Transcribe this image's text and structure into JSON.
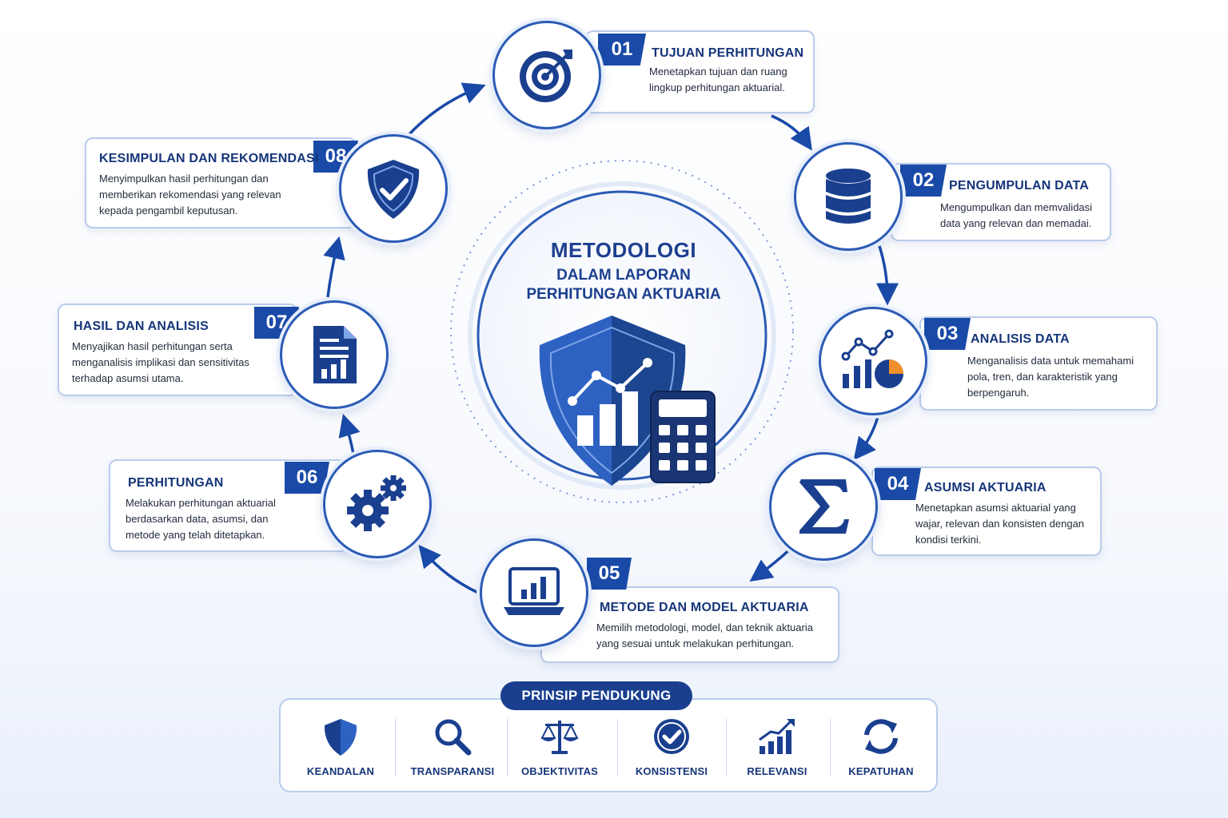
{
  "center": {
    "title": "METODOLOGI",
    "subtitle_line1": "DALAM LAPORAN",
    "subtitle_line2": "PERHITUNGAN AKTUARIA"
  },
  "steps": [
    {
      "number": "01",
      "title": "TUJUAN PERHITUNGAN",
      "desc_line1": "Menetapkan tujuan dan ruang",
      "desc_line2": "lingkup perhitungan aktuarial.",
      "desc_line3": "",
      "icon": "target-icon"
    },
    {
      "number": "02",
      "title": "PENGUMPULAN DATA",
      "desc_line1": "Mengumpulkan dan memvalidasi",
      "desc_line2": "data yang relevan dan memadai.",
      "desc_line3": "",
      "icon": "database-icon"
    },
    {
      "number": "03",
      "title": "ANALISIS DATA",
      "desc_line1": "Menganalisis data untuk memahami",
      "desc_line2": "pola, tren, dan karakteristik yang",
      "desc_line3": "berpengaruh.",
      "icon": "analytics-icon"
    },
    {
      "number": "04",
      "title": "ASUMSI AKTUARIA",
      "desc_line1": "Menetapkan asumsi aktuarial yang",
      "desc_line2": "wajar, relevan dan konsisten dengan",
      "desc_line3": "kondisi terkini.",
      "icon": "sigma-icon"
    },
    {
      "number": "05",
      "title": "METODE DAN MODEL AKTUARIA",
      "desc_line1": "Memilih metodologi, model, dan teknik aktuaria",
      "desc_line2": "yang sesuai untuk melakukan perhitungan.",
      "desc_line3": "",
      "icon": "laptop-chart-icon"
    },
    {
      "number": "06",
      "title": "PERHITUNGAN",
      "desc_line1": "Melakukan perhitungan aktuarial",
      "desc_line2": "berdasarkan data, asumsi, dan",
      "desc_line3": "metode yang telah ditetapkan.",
      "icon": "gears-icon"
    },
    {
      "number": "07",
      "title": "HASIL DAN ANALISIS",
      "desc_line1": "Menyajikan hasil perhitungan serta",
      "desc_line2": "menganalisis implikasi dan sensitivitas",
      "desc_line3": "terhadap asumsi utama.",
      "icon": "report-icon"
    },
    {
      "number": "08",
      "title": "KESIMPULAN DAN REKOMENDASI",
      "desc_line1": "Menyimpulkan hasil perhitungan dan",
      "desc_line2": "memberikan rekomendasi yang relevan",
      "desc_line3": "kepada pengambil keputusan.",
      "icon": "shield-check-icon"
    }
  ],
  "principles": {
    "title": "PRINSIP PENDUKUNG",
    "items": [
      {
        "label": "KEANDALAN",
        "icon": "shield-icon"
      },
      {
        "label": "TRANSPARANSI",
        "icon": "magnifier-icon"
      },
      {
        "label": "OBJEKTIVITAS",
        "icon": "scales-icon"
      },
      {
        "label": "KONSISTENSI",
        "icon": "check-circle-icon"
      },
      {
        "label": "RELEVANSI",
        "icon": "growth-chart-icon"
      },
      {
        "label": "KEPATUHAN",
        "icon": "refresh-icon"
      }
    ]
  },
  "colors": {
    "primary": "#1a4aa8",
    "dark": "#16357a",
    "accent": "#f0902a",
    "border": "#b9ccec"
  }
}
